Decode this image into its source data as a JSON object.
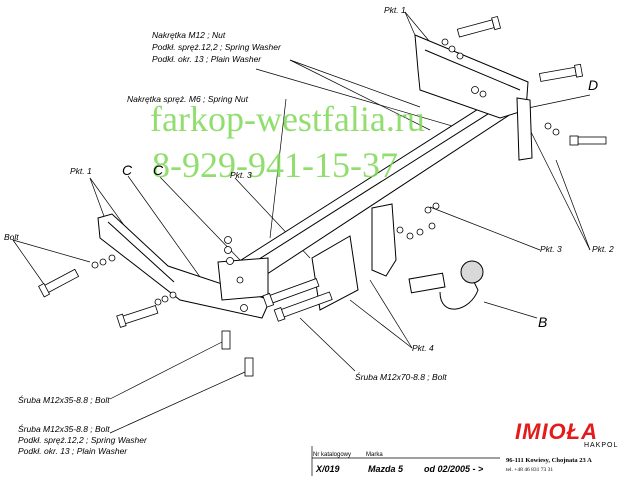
{
  "labels": {
    "pkt1_top": "Pkt. 1",
    "pkt1_left": "Pkt. 1",
    "pkt2": "Pkt. 2",
    "pkt3_mid": "Pkt. 3",
    "pkt3_right": "Pkt. 3",
    "pkt4": "Pkt. 4",
    "c_left": "C",
    "c_mid": "C",
    "d": "D",
    "b": "B",
    "bolt_left": "Bolt"
  },
  "callouts": {
    "nut_lines": [
      "Nakrętka  M12 ; Nut",
      "Podkł. spręż.12,2 ; Spring Washer",
      "Podkł. okr. 13 ; Plain Washer"
    ],
    "spring_nut": "Nakrętka  spręż. M6 ; Spring Nut",
    "bolt_m12x70": "Śruba M12x70-8.8 ;  Bolt",
    "bolt_m12x35": "Śruba M12x35-8.8 ;  Bolt",
    "bolt_group_lines": [
      "Śruba M12x35-8.8 ;  Bolt",
      "Podkł. spręż.12,2 ; Spring Washer",
      "Podkł. okr. 13 ; Plain Washer"
    ]
  },
  "watermark": {
    "url": "farkop-westfalia.ru",
    "phone": "8-929-941-15-37",
    "color": "#7ed957"
  },
  "footer": {
    "catalog_caption": "Nr katalogowy",
    "brand_caption": "Marka",
    "catalog_no": "X/019",
    "model": "Mazda 5",
    "date": "od  02/2005 - >"
  },
  "company": {
    "logo": "IMIOŁA",
    "sub": "HAKPOL",
    "address": "96-111 Kowiesy, Chojnata 23 A",
    "phone": "tel. +48 46 831 73 31",
    "logo_color": "#e41b1b"
  }
}
